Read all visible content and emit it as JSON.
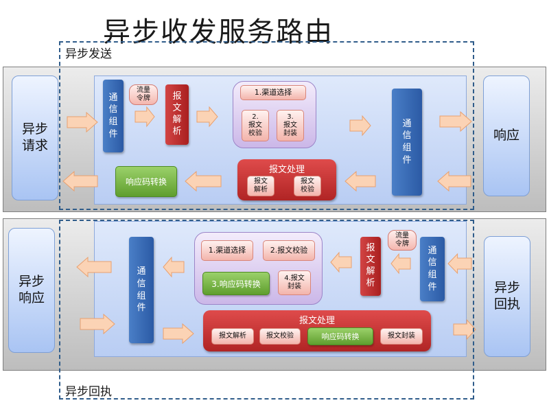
{
  "title": "异步收发服务路由",
  "send_section": {
    "label": "异步发送",
    "request_label": "异步\n请求",
    "response_label": "响应",
    "comm_left": "通\n信\n组\n件",
    "token": "流量\n令牌",
    "parse": "报\n文\n解\n析",
    "channel_select": "1.渠道选择",
    "msg_check": "2.\n报文\n校验",
    "msg_pack": "3.\n报文\n封装",
    "comm_right": "通\n信\n组\n件",
    "resp_code": "响应码转换",
    "proc_title": "报文处理",
    "proc_parse": "报文\n解析",
    "proc_check": "报文\n校验"
  },
  "receipt_section": {
    "label": "异步回执",
    "left_label": "异步\n响应",
    "right_label": "异步\n回执",
    "comm_left": "通\n信\n组\n件",
    "channel_select": "1.渠道选择",
    "msg_check": "2.报文校验",
    "resp_code": "3.响应码转换",
    "msg_pack": "4.报文\n封装",
    "parse": "报\n文\n解\n析",
    "token": "流量\n令牌",
    "comm_right": "通\n信\n组\n件",
    "proc_title": "报文处理",
    "proc_items": [
      "报文解析",
      "报文校验",
      "响应码转换",
      "报文封装"
    ]
  },
  "colors": {
    "arrow_fill": "#fbd3b5",
    "arrow_stroke": "#e9a06e",
    "dash": "#2f5c8a"
  },
  "icons": {
    "flow_arrow": "block-arrow"
  }
}
